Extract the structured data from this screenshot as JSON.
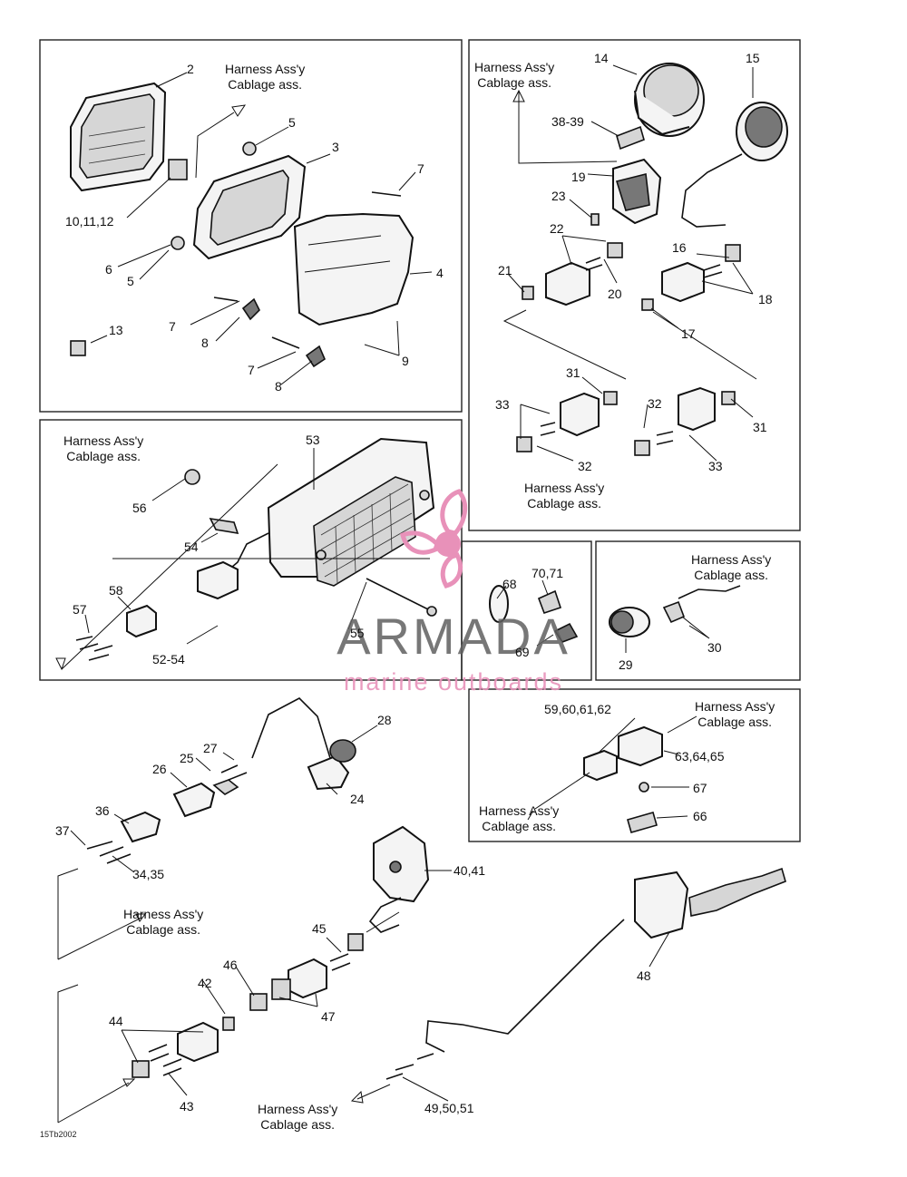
{
  "diagram": {
    "figure_code": "15Tb2002",
    "harness_label": {
      "line1": "Harness Ass'y",
      "line2": "Cablage ass."
    },
    "watermark": {
      "name": "ARMADA",
      "tagline": "marine outboards",
      "color": "#e891b9"
    },
    "callouts": {
      "c2": "2",
      "c3": "3",
      "c4": "4",
      "c5a": "5",
      "c5b": "5",
      "c6": "6",
      "c7a": "7",
      "c7b": "7",
      "c7c": "7",
      "c8a": "8",
      "c8b": "8",
      "c9": "9",
      "c10": "10,11,12",
      "c13": "13",
      "c14": "14",
      "c15": "15",
      "c16": "16",
      "c17": "17",
      "c18": "18",
      "c19": "19",
      "c20": "20",
      "c21": "21",
      "c22": "22",
      "c23": "23",
      "c3839": "38-39",
      "c31a": "31",
      "c31b": "31",
      "c32a": "32",
      "c32b": "32",
      "c33a": "33",
      "c33b": "33",
      "c53": "53",
      "c54": "54",
      "c55": "55",
      "c56": "56",
      "c57": "57",
      "c58": "58",
      "c5254": "52-54",
      "c68": "68",
      "c69": "69",
      "c7071": "70,71",
      "c29": "29",
      "c30": "30",
      "c5962": "59,60,61,62",
      "c6365": "63,64,65",
      "c66": "66",
      "c67": "67",
      "c24": "24",
      "c25": "25",
      "c26": "26",
      "c27": "27",
      "c28": "28",
      "c36": "36",
      "c37": "37",
      "c3435": "34,35",
      "c4041": "40,41",
      "c42": "42",
      "c43": "43",
      "c44": "44",
      "c45": "45",
      "c46": "46",
      "c47": "47",
      "c48": "48",
      "c4951": "49,50,51"
    }
  }
}
